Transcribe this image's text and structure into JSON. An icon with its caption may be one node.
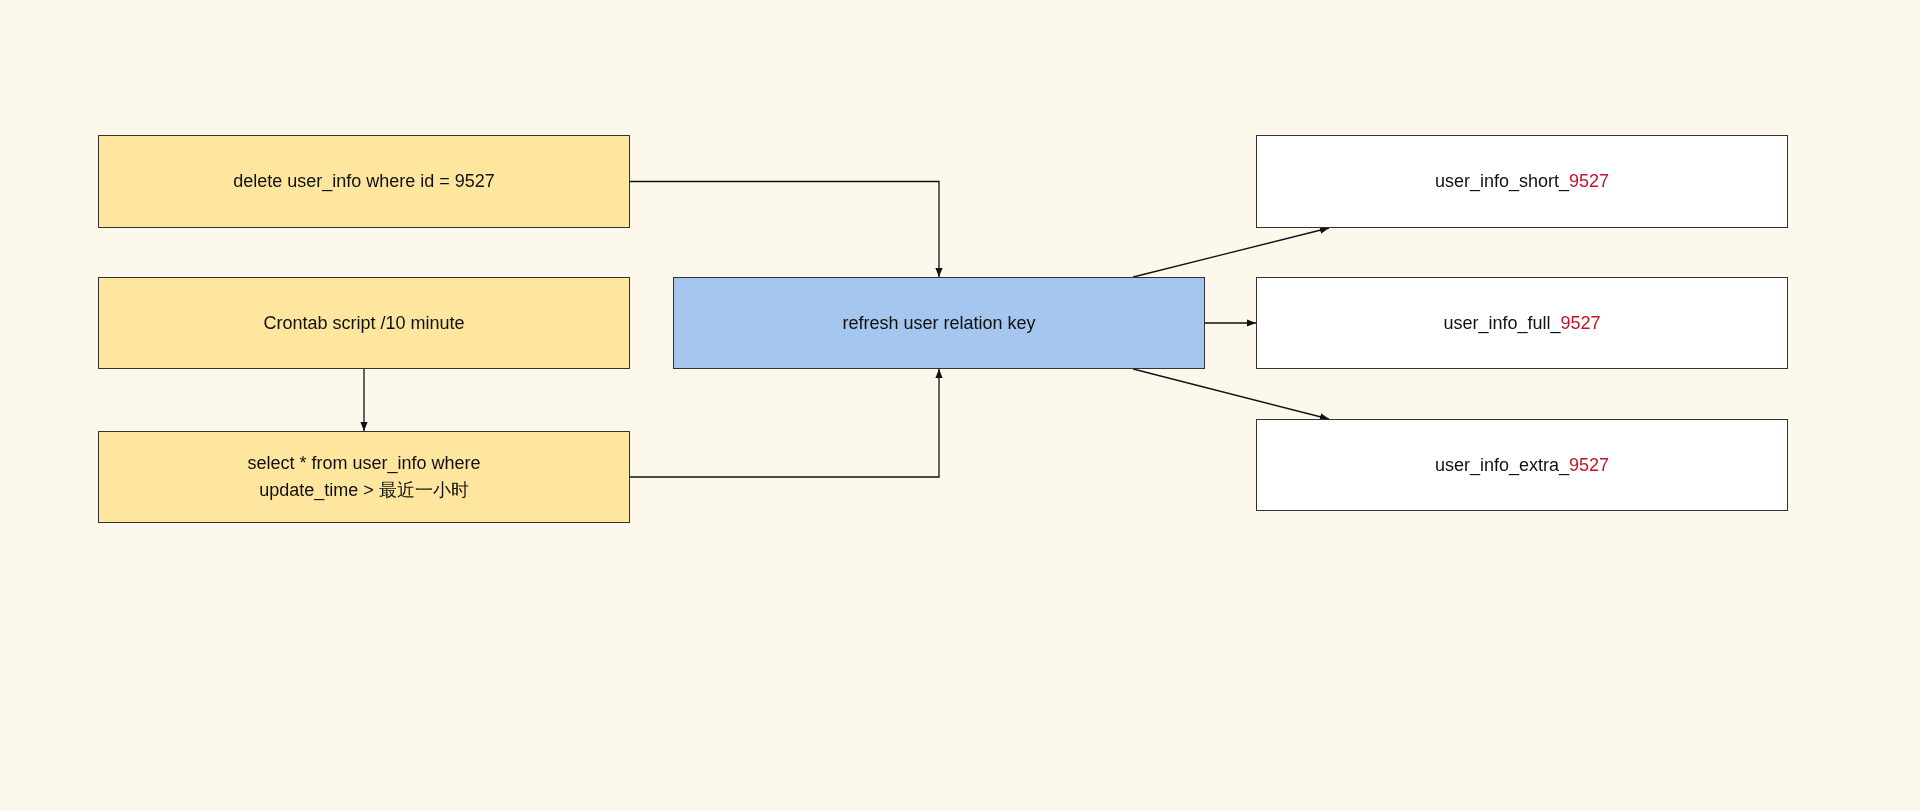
{
  "diagram": {
    "nodes": [
      {
        "text": [
          "delete user_info where id = 9527"
        ]
      },
      {
        "text": [
          "Crontab script /10 minute"
        ]
      },
      {
        "text": [
          "select * from user_info where update_time > 最近一小时"
        ]
      },
      {
        "text": [
          "refresh user relation key"
        ]
      },
      {
        "text": [
          "user_info_short_9527"
        ]
      },
      {
        "text": [
          "user_info_full_9527"
        ]
      },
      {
        "text": [
          "user_info_extra_9527"
        ]
      }
    ],
    "edges": [
      {
        "from": 0,
        "to": 3,
        "arrow": "to"
      },
      {
        "from": 1,
        "to": 2,
        "arrow": "to"
      },
      {
        "from": 2,
        "to": 3,
        "arrow": "to"
      },
      {
        "from": 3,
        "to": 4,
        "arrow": "to"
      },
      {
        "from": 3,
        "to": 5,
        "arrow": "to"
      },
      {
        "from": 3,
        "to": 6,
        "arrow": "to"
      }
    ]
  }
}
